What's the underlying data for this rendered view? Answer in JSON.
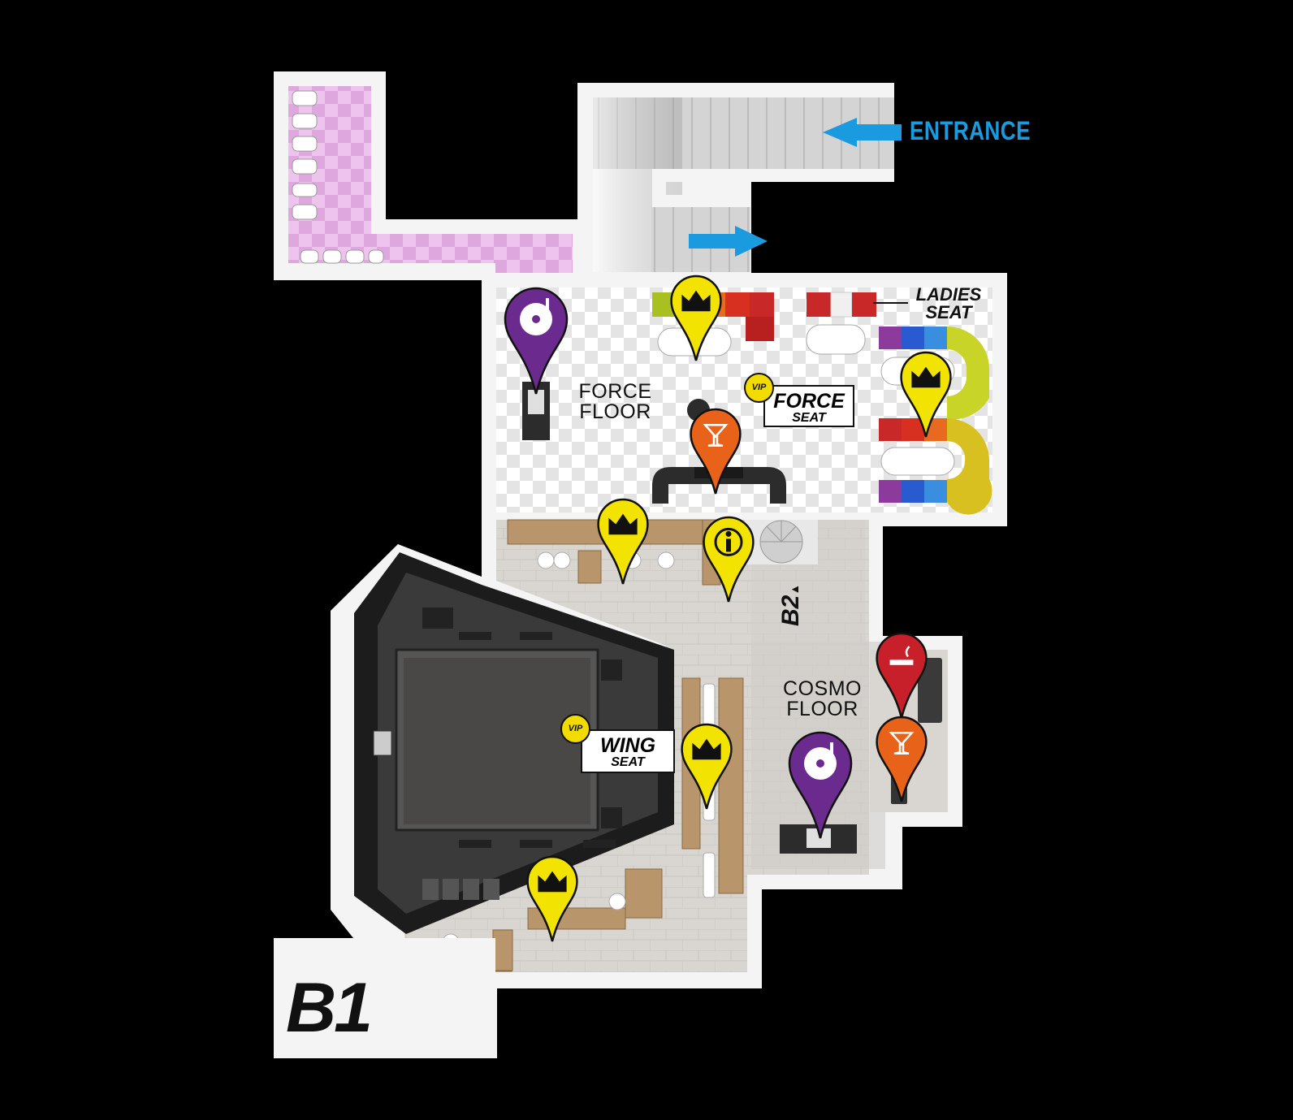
{
  "map": {
    "level_label": "B1",
    "entrance_label": "ENTRANCE",
    "stair_label": "B2",
    "areas": [
      {
        "id": "force-floor",
        "name_line1": "FORCE",
        "name_line2": "FLOOR"
      },
      {
        "id": "cosmo-floor",
        "name_line1": "COSMO",
        "name_line2": "FLOOR"
      }
    ],
    "seats": [
      {
        "id": "force-seat",
        "line1": "FORCE",
        "line2": "SEAT",
        "badge": "VIP"
      },
      {
        "id": "wing-seat",
        "line1": "WING",
        "line2": "SEAT",
        "badge": "VIP"
      }
    ],
    "ladies_seat": {
      "line1": "LADIES",
      "line2": "SEAT"
    },
    "markers": [
      {
        "type": "dj",
        "icon": "turntable-icon",
        "color": "#6b2a8e"
      },
      {
        "type": "dj",
        "icon": "turntable-icon",
        "color": "#6b2a8e"
      },
      {
        "type": "vip-table",
        "icon": "crown-icon",
        "color": "#f2e300"
      },
      {
        "type": "vip-table",
        "icon": "crown-icon",
        "color": "#f2e300"
      },
      {
        "type": "vip-table",
        "icon": "crown-icon",
        "color": "#f2e300"
      },
      {
        "type": "vip-table",
        "icon": "crown-icon",
        "color": "#f2e300"
      },
      {
        "type": "vip-table",
        "icon": "crown-icon",
        "color": "#f2e300"
      },
      {
        "type": "info",
        "icon": "info-icon",
        "color": "#f2e300"
      },
      {
        "type": "bar",
        "icon": "cocktail-icon",
        "color": "#e8621a"
      },
      {
        "type": "bar",
        "icon": "cocktail-icon",
        "color": "#e8621a"
      },
      {
        "type": "smoking",
        "icon": "cigarette-icon",
        "color": "#c8202a"
      }
    ],
    "colors": {
      "background": "#000000",
      "wall": "#f4f4f4",
      "restroom": "#e6b8e6",
      "entrance_arrow": "#1a9be0",
      "vip_pin": "#f2e300",
      "dj_pin": "#6b2a8e",
      "bar_pin": "#e8621a",
      "smoking_pin": "#c8202a"
    }
  }
}
